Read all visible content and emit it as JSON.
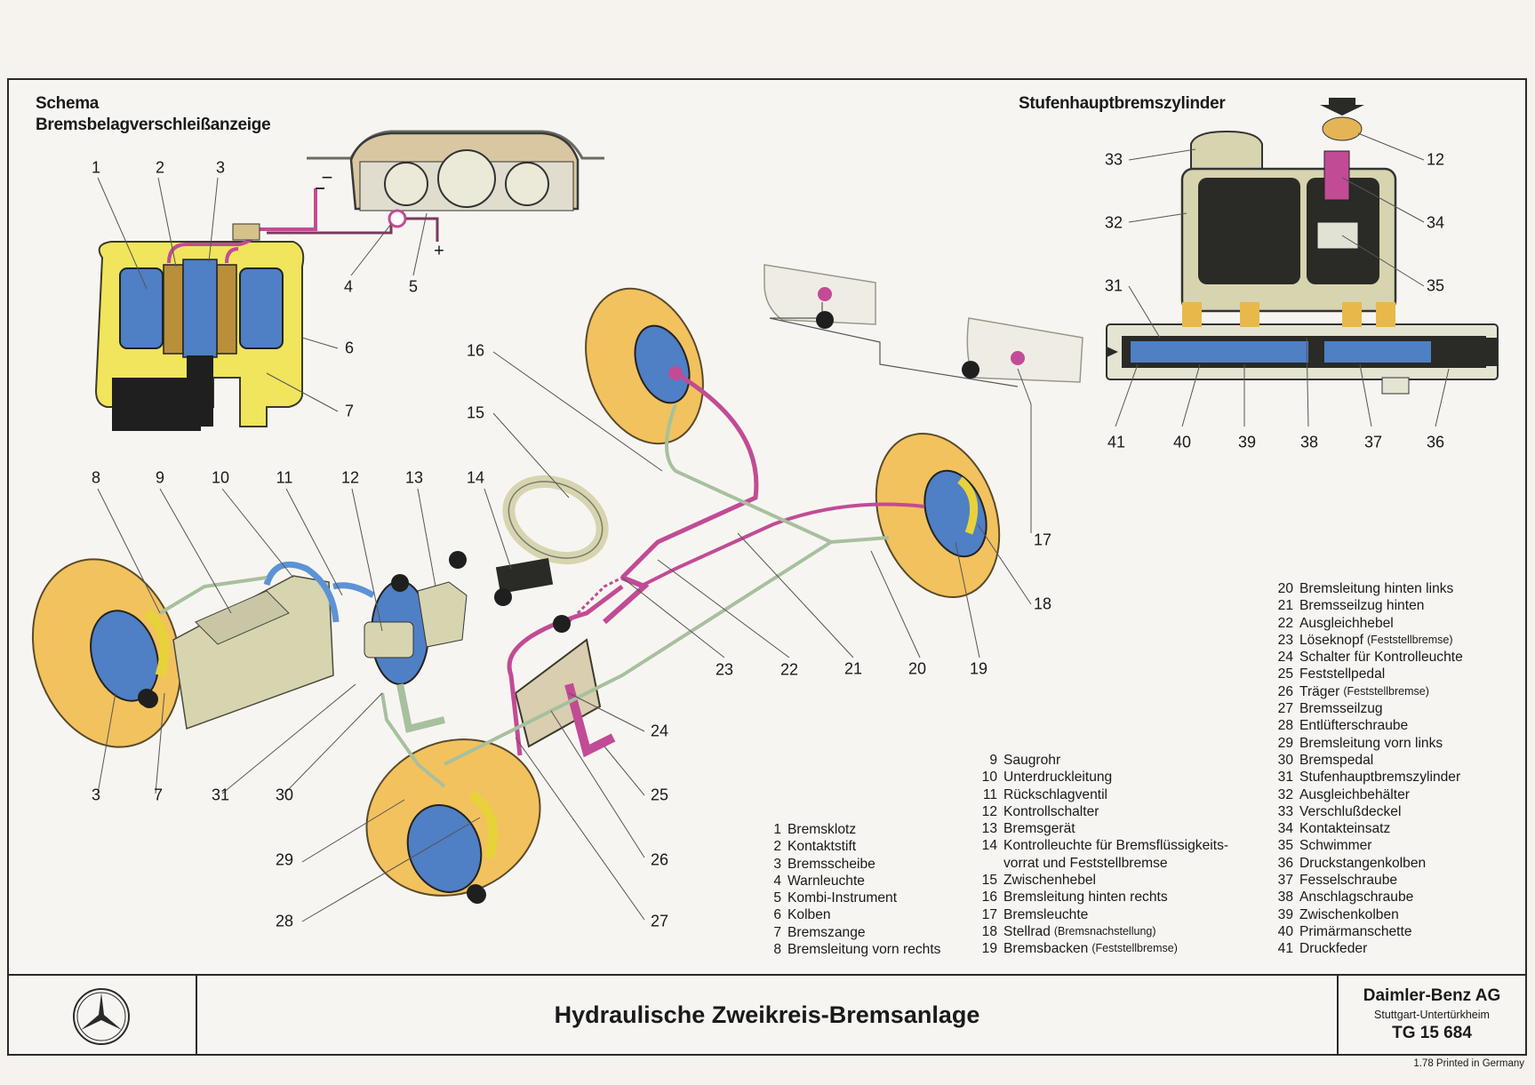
{
  "headings": {
    "schema_line1": "Schema",
    "schema_line2": "Bremsbelagverschleißanzeige",
    "master_cylinder": "Stufenhauptbremszylinder"
  },
  "callouts": [
    {
      "id": "c1",
      "text": "1"
    },
    {
      "id": "c2",
      "text": "2"
    },
    {
      "id": "c3",
      "text": "3"
    },
    {
      "id": "c4",
      "text": "4"
    },
    {
      "id": "c5",
      "text": "5"
    },
    {
      "id": "c6",
      "text": "6"
    },
    {
      "id": "c7",
      "text": "7"
    },
    {
      "id": "c8",
      "text": "8"
    },
    {
      "id": "c9",
      "text": "9"
    },
    {
      "id": "c10",
      "text": "10"
    },
    {
      "id": "c11",
      "text": "11"
    },
    {
      "id": "c12",
      "text": "12"
    },
    {
      "id": "c13",
      "text": "13"
    },
    {
      "id": "c14",
      "text": "14"
    },
    {
      "id": "c15",
      "text": "15"
    },
    {
      "id": "c16",
      "text": "16"
    },
    {
      "id": "c17",
      "text": "17"
    },
    {
      "id": "c18",
      "text": "18"
    },
    {
      "id": "c19",
      "text": "19"
    },
    {
      "id": "c20",
      "text": "20"
    },
    {
      "id": "c21",
      "text": "21"
    },
    {
      "id": "c22",
      "text": "22"
    },
    {
      "id": "c23",
      "text": "23"
    },
    {
      "id": "c24",
      "text": "24"
    },
    {
      "id": "c25",
      "text": "25"
    },
    {
      "id": "c26",
      "text": "26"
    },
    {
      "id": "c27",
      "text": "27"
    },
    {
      "id": "c28",
      "text": "28"
    },
    {
      "id": "c29",
      "text": "29"
    },
    {
      "id": "c30",
      "text": "30"
    },
    {
      "id": "c31b",
      "text": "31"
    },
    {
      "id": "c3b",
      "text": "3"
    },
    {
      "id": "c7b",
      "text": "7"
    },
    {
      "id": "m12",
      "text": "12"
    },
    {
      "id": "m31",
      "text": "31"
    },
    {
      "id": "m32",
      "text": "32"
    },
    {
      "id": "m33",
      "text": "33"
    },
    {
      "id": "m34",
      "text": "34"
    },
    {
      "id": "m35",
      "text": "35"
    },
    {
      "id": "m36",
      "text": "36"
    },
    {
      "id": "m37",
      "text": "37"
    },
    {
      "id": "m38",
      "text": "38"
    },
    {
      "id": "m39",
      "text": "39"
    },
    {
      "id": "m40",
      "text": "40"
    },
    {
      "id": "m41",
      "text": "41"
    }
  ],
  "symbols": {
    "minus": "−",
    "plus": "+"
  },
  "legend_col1": [
    {
      "n": "1",
      "label": "Bremsklotz"
    },
    {
      "n": "2",
      "label": "Kontaktstift"
    },
    {
      "n": "3",
      "label": "Bremsscheibe"
    },
    {
      "n": "4",
      "label": "Warnleuchte"
    },
    {
      "n": "5",
      "label": "Kombi-Instrument"
    },
    {
      "n": "6",
      "label": "Kolben"
    },
    {
      "n": "7",
      "label": "Bremszange"
    },
    {
      "n": "8",
      "label": "Bremsleitung vorn rechts"
    }
  ],
  "legend_col2": [
    {
      "n": "9",
      "label": "Saugrohr"
    },
    {
      "n": "10",
      "label": "Unterdruckleitung"
    },
    {
      "n": "11",
      "label": "Rückschlagventil"
    },
    {
      "n": "12",
      "label": "Kontrollschalter"
    },
    {
      "n": "13",
      "label": "Bremsgerät"
    },
    {
      "n": "14",
      "label": "Kontrolleuchte für Bremsflüssigkeits-"
    },
    {
      "n": "",
      "label": "vorrat und Feststellbremse"
    },
    {
      "n": "15",
      "label": "Zwischenhebel"
    },
    {
      "n": "16",
      "label": "Bremsleitung hinten rechts"
    },
    {
      "n": "17",
      "label": "Bremsleuchte"
    },
    {
      "n": "18",
      "label": "Stellrad",
      "note": "(Bremsnachstellung)"
    },
    {
      "n": "19",
      "label": "Bremsbacken",
      "note": "(Feststellbremse)"
    }
  ],
  "legend_col3": [
    {
      "n": "20",
      "label": "Bremsleitung hinten links"
    },
    {
      "n": "21",
      "label": "Bremsseilzug hinten"
    },
    {
      "n": "22",
      "label": "Ausgleichhebel"
    },
    {
      "n": "23",
      "label": "Löseknopf",
      "note": "(Feststellbremse)"
    },
    {
      "n": "24",
      "label": "Schalter für Kontrolleuchte"
    },
    {
      "n": "25",
      "label": "Feststellpedal"
    },
    {
      "n": "26",
      "label": "Träger",
      "note": "(Feststellbremse)"
    },
    {
      "n": "27",
      "label": "Bremsseilzug"
    },
    {
      "n": "28",
      "label": "Entlüfterschraube"
    },
    {
      "n": "29",
      "label": "Bremsleitung vorn links"
    },
    {
      "n": "30",
      "label": "Bremspedal"
    },
    {
      "n": "31",
      "label": "Stufenhauptbremszylinder"
    },
    {
      "n": "32",
      "label": "Ausgleichbehälter"
    },
    {
      "n": "33",
      "label": "Verschlußdeckel"
    },
    {
      "n": "34",
      "label": "Kontakteinsatz"
    },
    {
      "n": "35",
      "label": "Schwimmer"
    },
    {
      "n": "36",
      "label": "Druckstangenkolben"
    },
    {
      "n": "37",
      "label": "Fesselschraube"
    },
    {
      "n": "38",
      "label": "Anschlagschraube"
    },
    {
      "n": "39",
      "label": "Zwischenkolben"
    },
    {
      "n": "40",
      "label": "Primärmanschette"
    },
    {
      "n": "41",
      "label": "Druckfeder"
    }
  ],
  "title_block": {
    "title": "Hydraulische Zweikreis-Bremsanlage",
    "company": "Daimler-Benz AG",
    "location": "Stuttgart-Untertürkheim",
    "doc_number": "TG 15 684",
    "printed": "1.78 Printed in Germany"
  },
  "colors": {
    "wheel": "#f2c25e",
    "disc": "#4f7fc4",
    "caliper": "#e8d23a",
    "brake_line_front": "#c24b95",
    "brake_line_rear": "#a7c09e",
    "vacuum_line": "#5b93d6",
    "housing": "#d7d4b0",
    "dark": "#2a2a26"
  }
}
